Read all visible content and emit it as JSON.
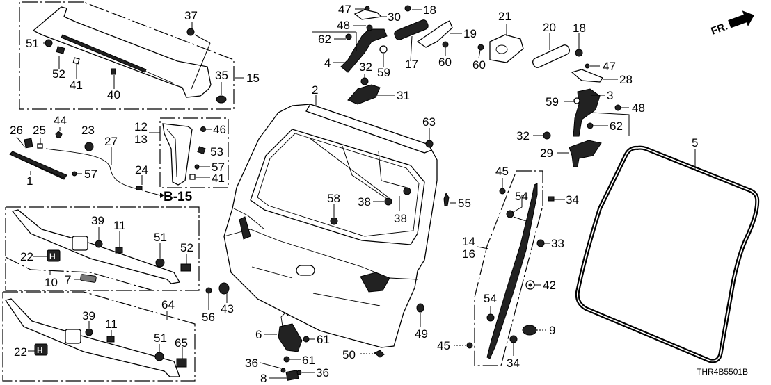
{
  "diagram": {
    "title": "Tailgate parts exploded view",
    "diagram_code": "THR4B5501B",
    "direction_label": "FR.",
    "reference_label": "B-15",
    "callouts": {
      "c1": "1",
      "c2": "2",
      "c3": "3",
      "c4": "4",
      "c5": "5",
      "c6": "6",
      "c7": "7",
      "c8": "8",
      "c9": "9",
      "c10": "10",
      "c11a": "11",
      "c11b": "11",
      "c12": "12",
      "c13": "13",
      "c14": "14",
      "c15": "15",
      "c16": "16",
      "c17": "17",
      "c18a": "18",
      "c18b": "18",
      "c19": "19",
      "c20": "20",
      "c21": "21",
      "c22a": "22",
      "c22b": "22",
      "c23": "23",
      "c24": "24",
      "c25": "25",
      "c26": "26",
      "c27": "27",
      "c28": "28",
      "c29": "29",
      "c30": "30",
      "c31": "31",
      "c32a": "32",
      "c32b": "32",
      "c33": "33",
      "c34a": "34",
      "c34b": "34",
      "c35": "35",
      "c36a": "36",
      "c36b": "36",
      "c37": "37",
      "c38a": "38",
      "c38b": "38",
      "c39a": "39",
      "c39b": "39",
      "c40": "40",
      "c41a": "41",
      "c41b": "41",
      "c42": "42",
      "c43": "43",
      "c44": "44",
      "c45a": "45",
      "c45b": "45",
      "c46": "46",
      "c47a": "47",
      "c47b": "47",
      "c48a": "48",
      "c48b": "48",
      "c49": "49",
      "c50": "50",
      "c51a": "51",
      "c51b": "51",
      "c51c": "51",
      "c52a": "52",
      "c52b": "52",
      "c53": "53",
      "c54a": "54",
      "c54b": "54",
      "c55": "55",
      "c56": "56",
      "c57a": "57",
      "c57b": "57",
      "c58": "58",
      "c59a": "59",
      "c59b": "59",
      "c60a": "60",
      "c60b": "60",
      "c61a": "61",
      "c61b": "61",
      "c62a": "62",
      "c62b": "62",
      "c63": "63",
      "c64": "64",
      "c65": "65"
    }
  }
}
